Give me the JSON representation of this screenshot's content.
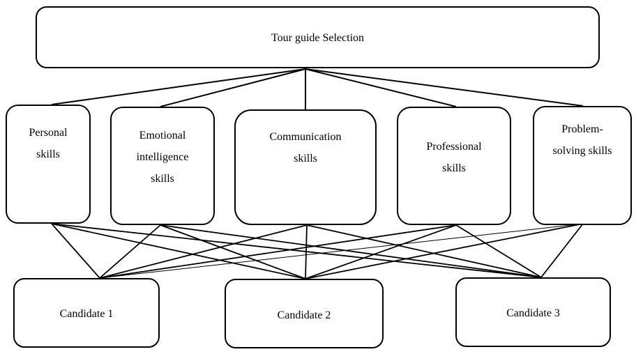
{
  "goal": {
    "label": "Tour guide Selection"
  },
  "criteria": [
    {
      "label": "Personal\nskills"
    },
    {
      "label": "Emotional\nintelligence\nskills"
    },
    {
      "label": "Communication\nskills"
    },
    {
      "label": "Professional\nskills"
    },
    {
      "label": "Problem-\nsolving skills"
    }
  ],
  "alternatives": [
    {
      "label": "Candidate 1"
    },
    {
      "label": "Candidate 2"
    },
    {
      "label": "Candidate 3"
    }
  ]
}
